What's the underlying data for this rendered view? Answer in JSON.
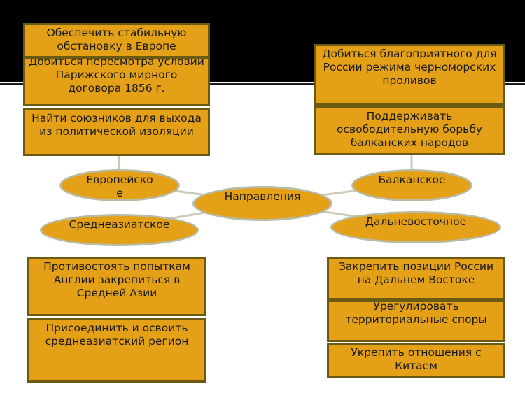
{
  "center": "Направления",
  "directions": {
    "european": "Европейское",
    "balkan": "Балканское",
    "central_asian": "Среднеазиатское",
    "far_eastern": "Дальневосточное"
  },
  "goals": {
    "european": [
      "Обеспечить стабильную обстановку в Европе",
      "Добиться пересмотра условий Парижского мирного договора 1856 г.",
      "Найти союзников для выхода из политической изоляции"
    ],
    "balkan": [
      "Добиться благоприятного для России режима черноморских проливов",
      "Поддерживать освободительную борьбу балканских народов"
    ],
    "central_asian": [
      "Противостоять попыткам Англии закрепиться в Средней Азии",
      "Присоединить и освоить среднеазиатский регион"
    ],
    "far_eastern": [
      "Закрепить позиции России на Дальнем Востоке",
      "Урегулировать территориальные споры",
      "Укрепить отношения с Китаем"
    ]
  }
}
